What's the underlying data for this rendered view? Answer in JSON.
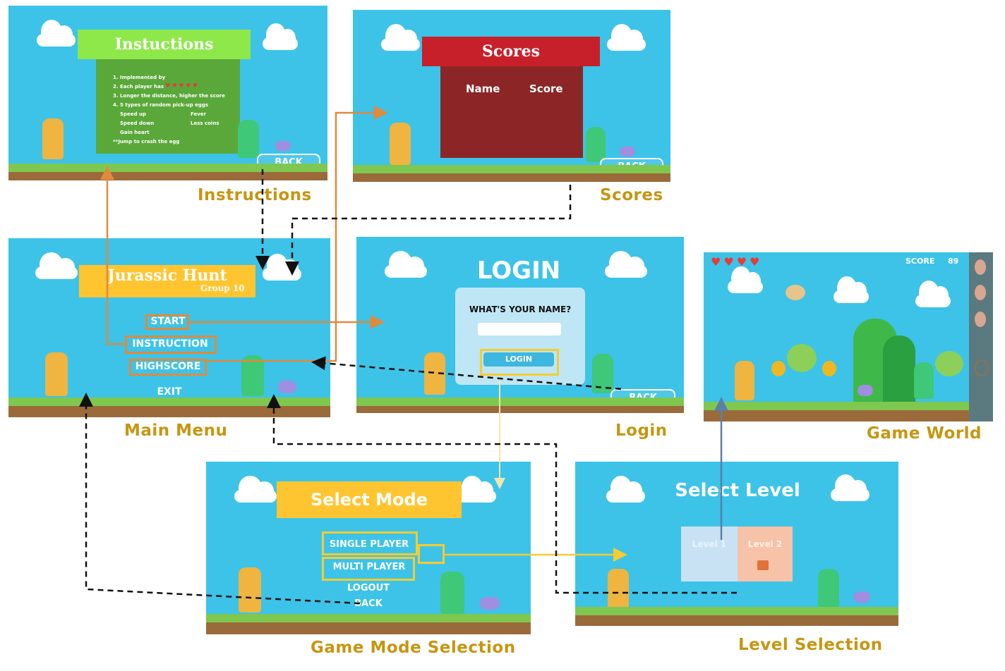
{
  "screens": {
    "instructions": {
      "title": "Instuctions",
      "lines": [
        "1. Implemented by",
        "2. Each player has",
        "3. Longer the distance, higher the score",
        "4. 5 types of random pick-up eggs",
        "Speed up",
        "Fever",
        "Speed down",
        "Less coins",
        "Gain heart",
        "**Jump to crash the egg"
      ],
      "back": "BACK"
    },
    "scores": {
      "title": "Scores",
      "col_name": "Name",
      "col_score": "Score",
      "back": "BACK"
    },
    "main_menu": {
      "title": "Jurassic Hunt",
      "subtitle": "Group 10",
      "start": "START",
      "instruction": "INSTRUCTION",
      "highscore": "HIGHSCORE",
      "exit": "EXIT"
    },
    "login": {
      "title": "LOGIN",
      "prompt": "WHAT'S YOUR NAME?",
      "button": "LOGIN",
      "back": "BACK"
    },
    "game_world": {
      "score_label": "SCORE",
      "score_value": "89",
      "hearts": 4
    },
    "select_mode": {
      "title": "Select Mode",
      "single": "SINGLE PLAYER",
      "multi": "MULTI PLAYER",
      "logout": "LOGOUT",
      "back": "BACK"
    },
    "select_level": {
      "title": "Select Level",
      "level1": "Level 1",
      "level2": "Level 2"
    }
  },
  "captions": {
    "instructions": "Instructions",
    "scores": "Scores",
    "main_menu": "Main Menu",
    "login": "Login",
    "game_world": "Game World",
    "game_mode": "Game Mode Selection",
    "level_selection": "Level Selection"
  },
  "colors": {
    "sky": "#3dc3e8",
    "arrow_orange": "#e08a3c",
    "arrow_yellow": "#f5cc32",
    "arrow_blue": "#5a7fa8",
    "caption": "#c69611"
  }
}
